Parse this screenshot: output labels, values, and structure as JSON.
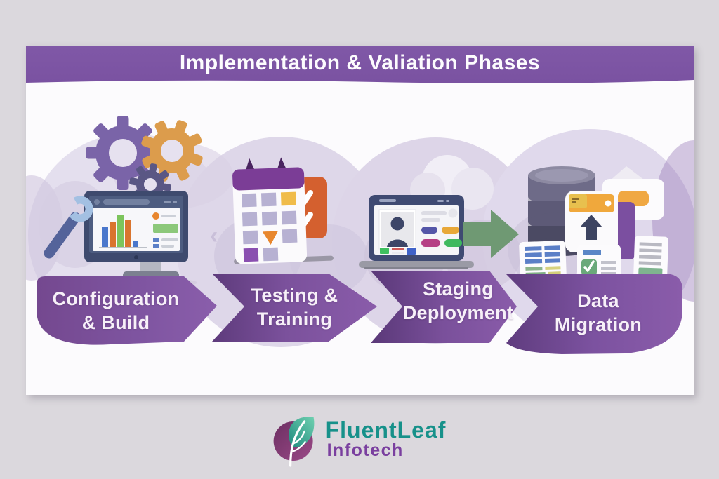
{
  "header": {
    "title": "Implementation & Valiation Phases"
  },
  "phases": [
    {
      "id": "configuration-build",
      "label_line1": "Configuration",
      "label_line2": "& Build",
      "icons": [
        "monitor-dashboard-icon",
        "gears-icon",
        "wrench-icon"
      ]
    },
    {
      "id": "testing-training",
      "label_line1": "Testing &",
      "label_line2": "Training",
      "icons": [
        "calendar-icon",
        "checklist-icon"
      ]
    },
    {
      "id": "staging-deployment",
      "label_line1": "Staging",
      "label_line2": "Deployment",
      "icons": [
        "laptop-profile-icon",
        "cloud-icon",
        "arrow-right-icon"
      ]
    },
    {
      "id": "data-migration",
      "label_line1": "Data",
      "label_line2": "Migration",
      "icons": [
        "database-icon",
        "upload-card-icon",
        "folder-icon",
        "document-icons"
      ]
    }
  ],
  "footer": {
    "brand_name": "FluentLeaf",
    "brand_sub": "Infotech"
  },
  "colors": {
    "page_background": "#dbd8dd",
    "card_background": "#fcfbfd",
    "header_band": "#7d55a4",
    "ribbon_dark": "#63407f",
    "ribbon_light": "#8a5aa6",
    "blob_lavender": "#ded7e9",
    "accent_orange": "#d4602f",
    "accent_green_arrow": "#6f9973",
    "brand_teal": "#17918a",
    "brand_purple": "#7a3f9f"
  }
}
